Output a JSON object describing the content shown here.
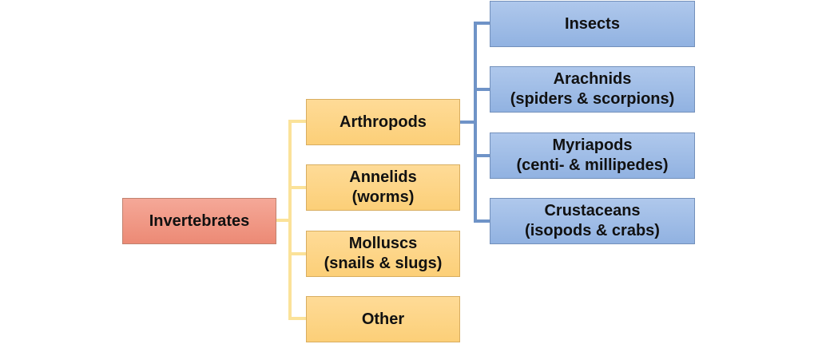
{
  "diagram": {
    "root": {
      "label": "Invertebrates"
    },
    "groups": [
      {
        "lines": [
          "Arthropods"
        ]
      },
      {
        "lines": [
          "Annelids",
          "(worms)"
        ]
      },
      {
        "lines": [
          "Molluscs",
          "(snails & slugs)"
        ]
      },
      {
        "lines": [
          "Other"
        ]
      }
    ],
    "arthropods": [
      {
        "lines": [
          "Insects"
        ]
      },
      {
        "lines": [
          "Arachnids",
          "(spiders & scorpions)"
        ]
      },
      {
        "lines": [
          "Myriapods",
          "(centi- & millipedes)"
        ]
      },
      {
        "lines": [
          "Crustaceans",
          "(isopods & crabs)"
        ]
      }
    ]
  },
  "colors": {
    "root_fill": "#ef9480",
    "group_fill": "#fdd586",
    "leaf_fill": "#9fbde7",
    "group_connector": "#fbe299",
    "leaf_connector": "#6f93c7"
  }
}
